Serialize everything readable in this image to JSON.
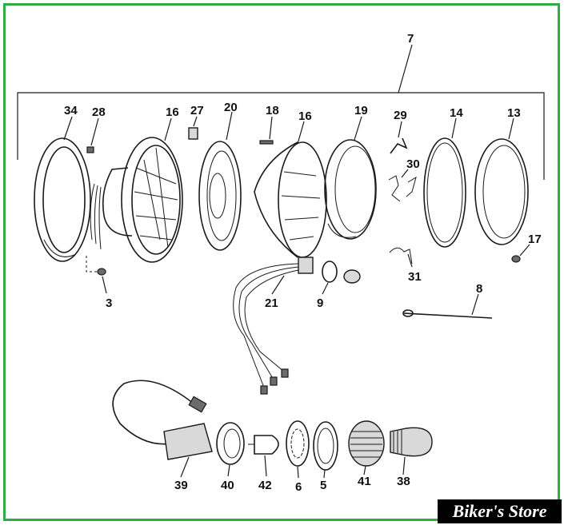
{
  "brand": {
    "text": "Biker's Store"
  },
  "colors": {
    "frame": "#2fae3f",
    "ink": "#1a1a1a"
  },
  "callouts": [
    {
      "id": "7",
      "label": "7"
    },
    {
      "id": "34",
      "label": "34"
    },
    {
      "id": "28",
      "label": "28"
    },
    {
      "id": "16a",
      "label": "16"
    },
    {
      "id": "27",
      "label": "27"
    },
    {
      "id": "20",
      "label": "20"
    },
    {
      "id": "18",
      "label": "18"
    },
    {
      "id": "16b",
      "label": "16"
    },
    {
      "id": "19",
      "label": "19"
    },
    {
      "id": "29",
      "label": "29"
    },
    {
      "id": "14",
      "label": "14"
    },
    {
      "id": "13",
      "label": "13"
    },
    {
      "id": "30",
      "label": "30"
    },
    {
      "id": "17",
      "label": "17"
    },
    {
      "id": "31",
      "label": "31"
    },
    {
      "id": "3",
      "label": "3"
    },
    {
      "id": "21",
      "label": "21"
    },
    {
      "id": "9",
      "label": "9"
    },
    {
      "id": "8",
      "label": "8"
    },
    {
      "id": "39",
      "label": "39"
    },
    {
      "id": "40",
      "label": "40"
    },
    {
      "id": "42",
      "label": "42"
    },
    {
      "id": "6",
      "label": "6"
    },
    {
      "id": "5",
      "label": "5"
    },
    {
      "id": "41",
      "label": "41"
    },
    {
      "id": "38",
      "label": "38"
    }
  ]
}
